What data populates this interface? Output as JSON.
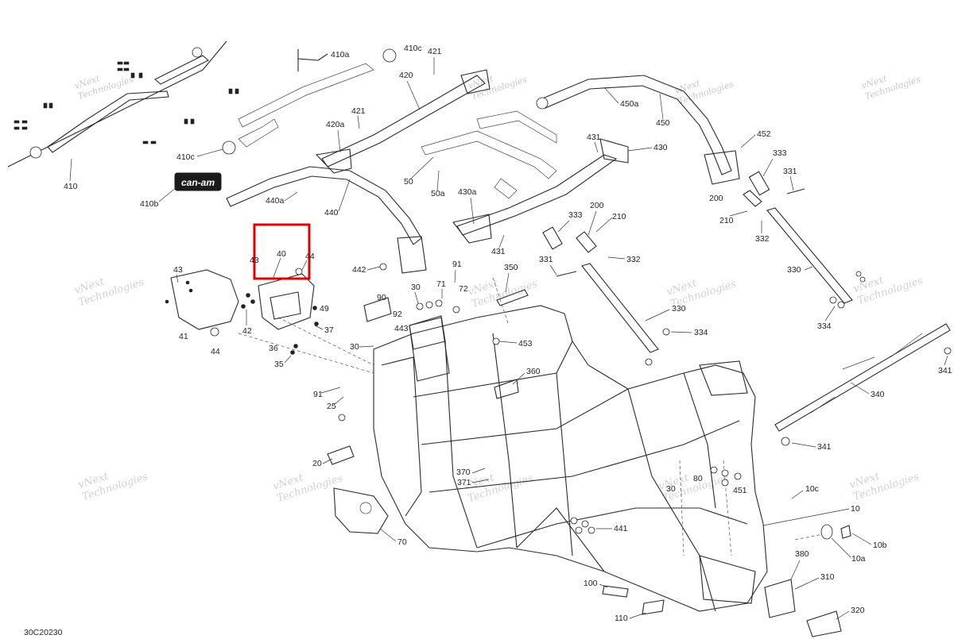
{
  "drawing_code": "30C20230",
  "brand_badge": "can-am",
  "watermark": {
    "line1": "vNext",
    "line2": "Technologies"
  },
  "highlight_color": "#e00000",
  "labels": {
    "p410": "410",
    "p410a": "410a",
    "p410b": "410b",
    "p410c_top": "410c",
    "p410c_mid": "410c",
    "p420": "420",
    "p420a": "420a",
    "p421_top": "421",
    "p421_mid": "421",
    "p440": "440",
    "p440a": "440a",
    "p442": "442",
    "p443": "443",
    "p50": "50",
    "p50a": "50a",
    "p430": "430",
    "p430a": "430a",
    "p431_top": "431",
    "p431_mid": "431",
    "p450": "450",
    "p450a": "450a",
    "p452": "452",
    "p333_right": "333",
    "p333_mid": "333",
    "p331_right": "331",
    "p331_mid": "331",
    "p200_right": "200",
    "p200_mid": "200",
    "p210_right": "210",
    "p210_mid": "210",
    "p332_right": "332",
    "p332_mid": "332",
    "p330": "330",
    "p330_mid": "330",
    "p334_right": "334",
    "p334_mid": "334",
    "p40": "40",
    "p43_left": "43",
    "p43_mid": "43",
    "p44_top": "44",
    "p44_bottom": "44",
    "p41": "41",
    "p42": "42",
    "p49": "49",
    "p37": "37",
    "p36": "36",
    "p35": "35",
    "p91_top": "91",
    "p91_left": "91",
    "p350": "350",
    "p71": "71",
    "p72": "72",
    "p30_a": "30",
    "p30_b": "30",
    "p30_c": "30",
    "p90": "90",
    "p92": "92",
    "p453": "453",
    "p360": "360",
    "p25": "25",
    "p20": "20",
    "p70": "70",
    "p370": "370",
    "p371": "371",
    "p80": "80",
    "p451": "451",
    "p441": "441",
    "p341_top": "341",
    "p341_bottom": "341",
    "p340": "340",
    "p10": "10",
    "p10a": "10a",
    "p10b": "10b",
    "p10c": "10c",
    "p380": "380",
    "p310": "310",
    "p320": "320",
    "p100": "100",
    "p110": "110"
  }
}
